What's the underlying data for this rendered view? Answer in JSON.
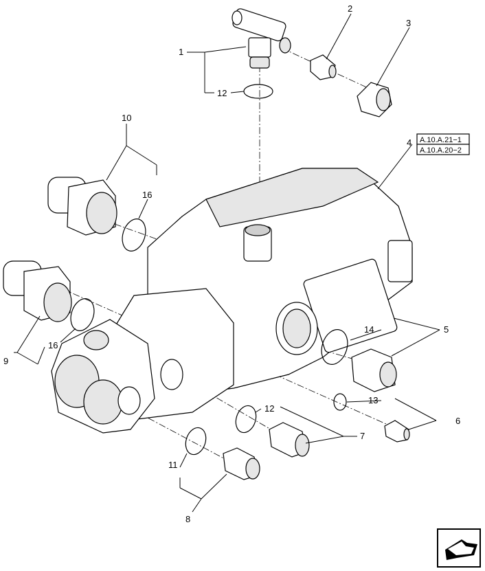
{
  "callouts": {
    "c1": "1",
    "c2": "2",
    "c3": "3",
    "c4": "4",
    "c5": "5",
    "c6": "6",
    "c7": "7",
    "c8": "8",
    "c9": "9",
    "c10": "10",
    "c11": "11",
    "c12a": "12",
    "c12b": "12",
    "c13": "13",
    "c14": "14",
    "c16a": "16",
    "c16b": "16"
  },
  "references": [
    "A.10.A.21−1",
    "A.10.A.20−2"
  ],
  "nav_icon": "next-page-arrow-icon"
}
